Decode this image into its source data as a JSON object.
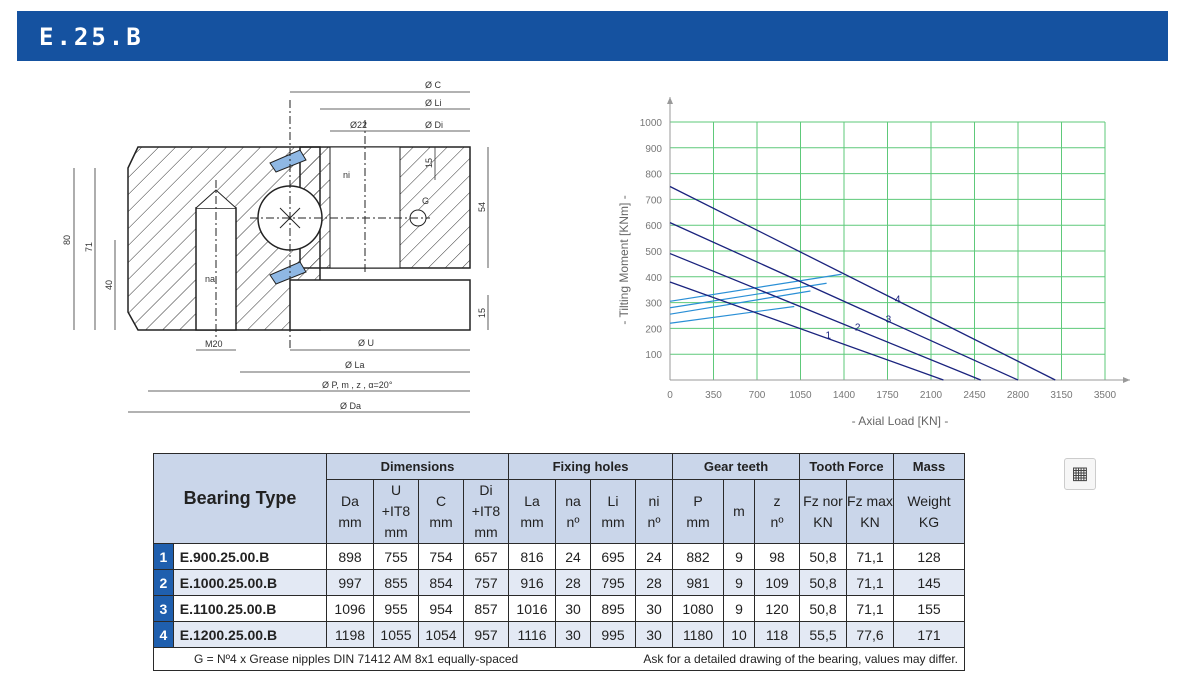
{
  "header": {
    "title": "E.25.B"
  },
  "drawing": {
    "dims": {
      "c": "Ø C",
      "li": "Ø Li",
      "di": "Ø Di",
      "d22": "Ø22",
      "u": "Ø U",
      "la": "Ø La",
      "p": "Ø P, m , z , α=20°",
      "da": "Ø Da",
      "h80": "80",
      "h71": "71",
      "h40": "40",
      "h54": "54",
      "h15a": "15",
      "h15b": "15",
      "m20": "M20",
      "na": "na",
      "ni": "ni",
      "g": "G"
    }
  },
  "chart_data": {
    "type": "line",
    "xlabel": "-  Axial Load  [KN]  -",
    "ylabel": "-  Tilting Moment  [KNm]  -",
    "xlim": [
      0,
      3500
    ],
    "ylim": [
      0,
      1000
    ],
    "x_ticks": [
      "0",
      "350",
      "700",
      "1050",
      "1400",
      "1750",
      "2100",
      "2450",
      "2800",
      "3150",
      "3500"
    ],
    "y_ticks": [
      "100",
      "200",
      "300",
      "400",
      "500",
      "600",
      "700",
      "800",
      "900",
      "1000"
    ],
    "grid": true,
    "series": [
      {
        "name": "1",
        "x": [
          0,
          2200
        ],
        "y": [
          380,
          0
        ]
      },
      {
        "name": "2",
        "x": [
          0,
          2500
        ],
        "y": [
          490,
          0
        ]
      },
      {
        "name": "3",
        "x": [
          0,
          2800
        ],
        "y": [
          610,
          0
        ]
      },
      {
        "name": "4",
        "x": [
          0,
          3100
        ],
        "y": [
          750,
          0
        ]
      }
    ],
    "bolt_lines": [
      {
        "x": [
          0,
          1000
        ],
        "y": [
          220,
          285
        ]
      },
      {
        "x": [
          0,
          1130
        ],
        "y": [
          255,
          345
        ]
      },
      {
        "x": [
          0,
          1260
        ],
        "y": [
          280,
          375
        ]
      },
      {
        "x": [
          0,
          1380
        ],
        "y": [
          305,
          410
        ]
      }
    ],
    "colors": {
      "grid": "#5ec97a",
      "curve": "#1a237e",
      "bolt": "#2a8fd6"
    }
  },
  "table": {
    "bearing_type": "Bearing Type",
    "groups": [
      "Dimensions",
      "Fixing holes",
      "Gear teeth",
      "Tooth Force",
      "Mass"
    ],
    "columns": [
      [
        "Da",
        "mm"
      ],
      [
        "U",
        "+IT8",
        "mm"
      ],
      [
        "C",
        "mm"
      ],
      [
        "Di",
        "+IT8",
        "mm"
      ],
      [
        "La",
        "mm"
      ],
      [
        "na",
        "nº"
      ],
      [
        "Li",
        "mm"
      ],
      [
        "ni",
        "nº"
      ],
      [
        "P",
        "mm"
      ],
      [
        "m"
      ],
      [
        "z",
        "nº"
      ],
      [
        "Fz nor",
        "KN"
      ],
      [
        "Fz max",
        "KN"
      ],
      [
        "Weight",
        "KG"
      ]
    ],
    "rows": [
      {
        "num": "1",
        "name": "E.900.25.00.B",
        "cells": [
          "898",
          "755",
          "754",
          "657",
          "816",
          "24",
          "695",
          "24",
          "882",
          "9",
          "98",
          "50,8",
          "71,1",
          "128"
        ]
      },
      {
        "num": "2",
        "name": "E.1000.25.00.B",
        "cells": [
          "997",
          "855",
          "854",
          "757",
          "916",
          "28",
          "795",
          "28",
          "981",
          "9",
          "109",
          "50,8",
          "71,1",
          "145"
        ]
      },
      {
        "num": "3",
        "name": "E.1100.25.00.B",
        "cells": [
          "1096",
          "955",
          "954",
          "857",
          "1016",
          "30",
          "895",
          "30",
          "1080",
          "9",
          "120",
          "50,8",
          "71,1",
          "155"
        ]
      },
      {
        "num": "4",
        "name": "E.1200.25.00.B",
        "cells": [
          "1198",
          "1055",
          "1054",
          "957",
          "1116",
          "30",
          "995",
          "30",
          "1180",
          "10",
          "118",
          "55,5",
          "77,6",
          "171"
        ]
      }
    ],
    "footer_left": "G = Nº4 x Grease nipples DIN 71412 AM 8x1 equally-spaced",
    "footer_right": "Ask for a detailed drawing of the bearing, values may differ."
  },
  "toolbar": {
    "calculator_icon": "calculator-icon",
    "calculator_glyph": "▦"
  }
}
